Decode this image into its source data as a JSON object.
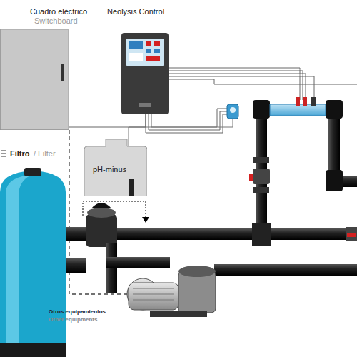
{
  "diagram": {
    "nodes": [
      {
        "text": [
          "Cuadro eléctrico",
          "Switchboard"
        ]
      },
      {
        "text": [
          "Neolysis Control"
        ]
      },
      {
        "text": [
          "pH-minus"
        ]
      },
      {
        "text": [
          "Filtro",
          "/ Filter"
        ]
      }
    ],
    "edges": [
      {
        "from": 0,
        "to": 1,
        "arrow": "none"
      }
    ],
    "labels": [
      "Otros equipamientos",
      "Other equipments"
    ]
  }
}
